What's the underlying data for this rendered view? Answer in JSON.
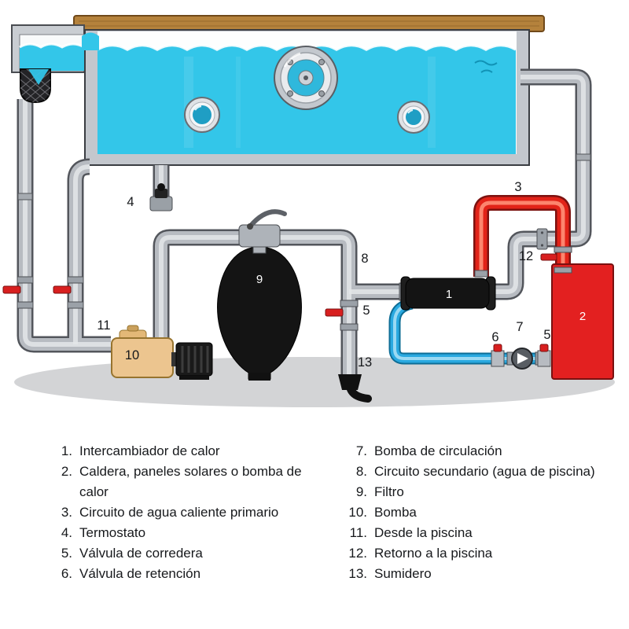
{
  "diagram": {
    "numbers": {
      "1": "1",
      "2": "2",
      "3": "3",
      "4": "4",
      "5": "5",
      "5b": "5",
      "6": "6",
      "7": "7",
      "8": "8",
      "9": "9",
      "10": "10",
      "11": "11",
      "12": "12",
      "13": "13"
    }
  },
  "legend": {
    "left": [
      {
        "num": "1.",
        "text": "Intercambiador de calor"
      },
      {
        "num": "2.",
        "text": "Caldera, paneles solares o bomba de calor"
      },
      {
        "num": "3.",
        "text": "Circuito de agua caliente primario"
      },
      {
        "num": "4.",
        "text": "Termostato"
      },
      {
        "num": "5.",
        "text": "Válvula de corredera"
      },
      {
        "num": "6.",
        "text": "Válvula de retención"
      }
    ],
    "right": [
      {
        "num": "7.",
        "text": "Bomba de circulación"
      },
      {
        "num": "8.",
        "text": "Circuito secundario (agua de piscina)"
      },
      {
        "num": "9.",
        "text": "Filtro"
      },
      {
        "num": "10.",
        "text": "Bomba"
      },
      {
        "num": "11.",
        "text": "Desde la piscina"
      },
      {
        "num": "12.",
        "text": "Retorno a la piscina"
      },
      {
        "num": "13.",
        "text": "Sumidero"
      }
    ]
  },
  "colors": {
    "water": "#33c6e9",
    "pipe": "#b7bbc1",
    "hot": "#e22318",
    "cold": "#2aa9e0",
    "boiler": "#e32020",
    "pump": "#ecc58f",
    "equipment": "#141414",
    "ground": "#d3d4d6",
    "wood": "#b5823c",
    "text": "#17191c"
  }
}
